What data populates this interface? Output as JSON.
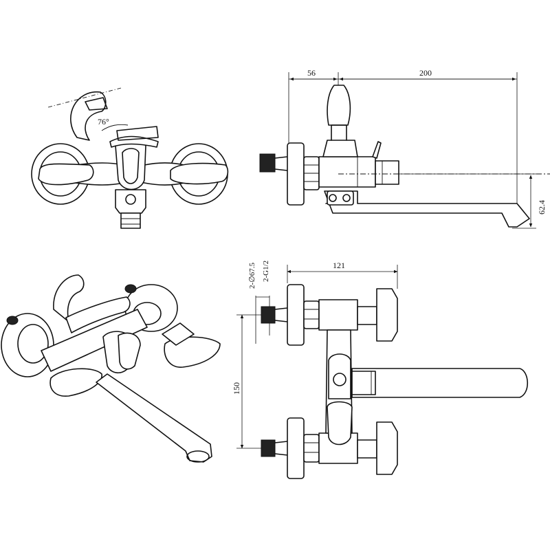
{
  "drawing": {
    "front_view": {
      "angle_label": "76°"
    },
    "side_view": {
      "dim_left": "56",
      "dim_right": "200",
      "dim_height": "62.4"
    },
    "top_view": {
      "dim_width": "121",
      "dim_spacing": "150",
      "dim_connection_a": "2-∅67.5",
      "dim_connection_b": "2-G1/2"
    }
  }
}
